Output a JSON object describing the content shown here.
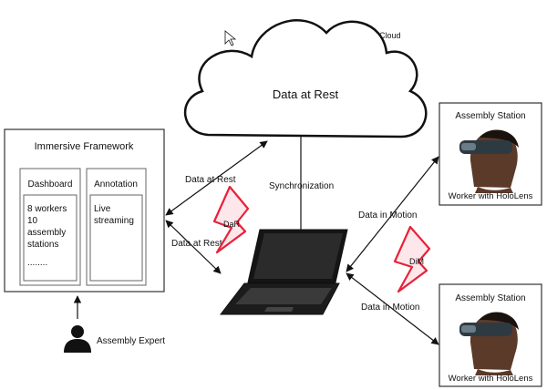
{
  "cloud": {
    "title": "Data at Rest",
    "label": "Cloud"
  },
  "framework": {
    "title": "Immersive Framework",
    "dashboard": {
      "title": "Dashboard",
      "lines": [
        "8 workers",
        "10",
        "assembly",
        "stations",
        "........"
      ]
    },
    "annotation": {
      "title": "Annotation",
      "lines": [
        "Live",
        "streaming"
      ]
    }
  },
  "expert": {
    "label": "Assembly Expert"
  },
  "stations": [
    {
      "title": "Assembly Station",
      "caption": "Worker with HoloLens"
    },
    {
      "title": "Assembly Station",
      "caption": "Worker with HoloLens"
    }
  ],
  "links": {
    "data_at_rest_top": "Data at Rest",
    "data_at_rest_bottom": "Data at Rest",
    "synchronization": "Synchronization",
    "data_in_motion_top": "Data in Motion",
    "data_in_motion_bottom": "Data in Motion"
  },
  "badges": {
    "dar": "DaR",
    "dim": "DiM"
  },
  "colors": {
    "accent": "#e8203a",
    "bolt_fill": "#fde7ea"
  }
}
